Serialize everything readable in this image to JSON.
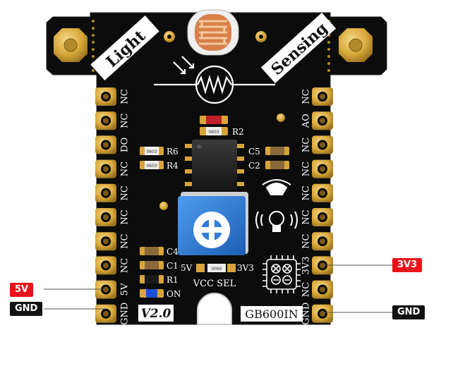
{
  "board": {
    "title_left": "Light",
    "title_right": "Sensing",
    "version": "V2.0",
    "model": "GB600IN",
    "vcc_sel_label": "VCC SEL",
    "sel_5v": "5V",
    "sel_3v3": "3V3",
    "pad_code": "0603",
    "pad_code_small": "0090",
    "led_label": "ON"
  },
  "left_pins": [
    "NC",
    "NC",
    "DO",
    "NC",
    "NC",
    "NC",
    "NC",
    "NC",
    "5V",
    "GND"
  ],
  "right_pins": [
    "NC",
    "AO",
    "NC",
    "NC",
    "NC",
    "NC",
    "NC",
    "3V3",
    "NC",
    "GND"
  ],
  "components": {
    "r2": "R2",
    "r6": "R6",
    "r4": "R4",
    "c5": "C5",
    "c2": "C2",
    "c4": "C4",
    "c1": "C1",
    "r1": "R1"
  },
  "callouts": {
    "v5": "5V",
    "gnd_left": "GND",
    "v3v3": "3V3",
    "gnd_right": "GND"
  },
  "colors": {
    "pcb": "#0c0c0c",
    "gold": "#d9a93a",
    "callout_red": "#e8141c",
    "callout_black": "#111111",
    "pot_blue": "#2f7fd6"
  }
}
